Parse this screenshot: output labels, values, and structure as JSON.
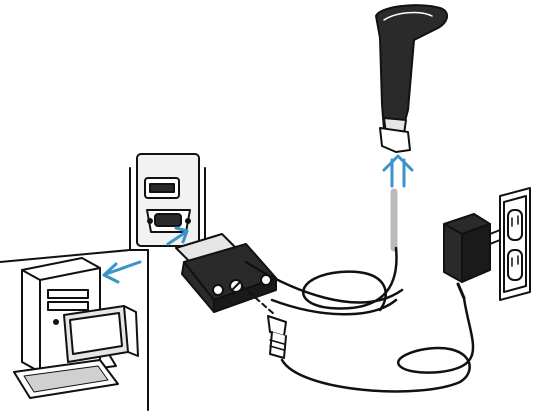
{
  "diagram": {
    "type": "line-illustration",
    "components": [
      {
        "name": "handheld-barcode-scanner",
        "icon": "barcode-scanner-icon"
      },
      {
        "name": "host-computer",
        "icon": "desktop-computer-icon"
      },
      {
        "name": "serial-port",
        "icon": "db9-port-icon"
      },
      {
        "name": "usb-port",
        "icon": "usb-port-icon"
      },
      {
        "name": "rs232-interface-cable",
        "icon": "db9-connector-icon"
      },
      {
        "name": "power-supply",
        "icon": "power-adapter-icon"
      },
      {
        "name": "wall-outlet",
        "icon": "outlet-icon"
      }
    ],
    "arrow_color": "#3a93c9",
    "line_color": "#111111",
    "fill_light": "#e6e6e6",
    "fill_dark": "#2a2a2a"
  }
}
